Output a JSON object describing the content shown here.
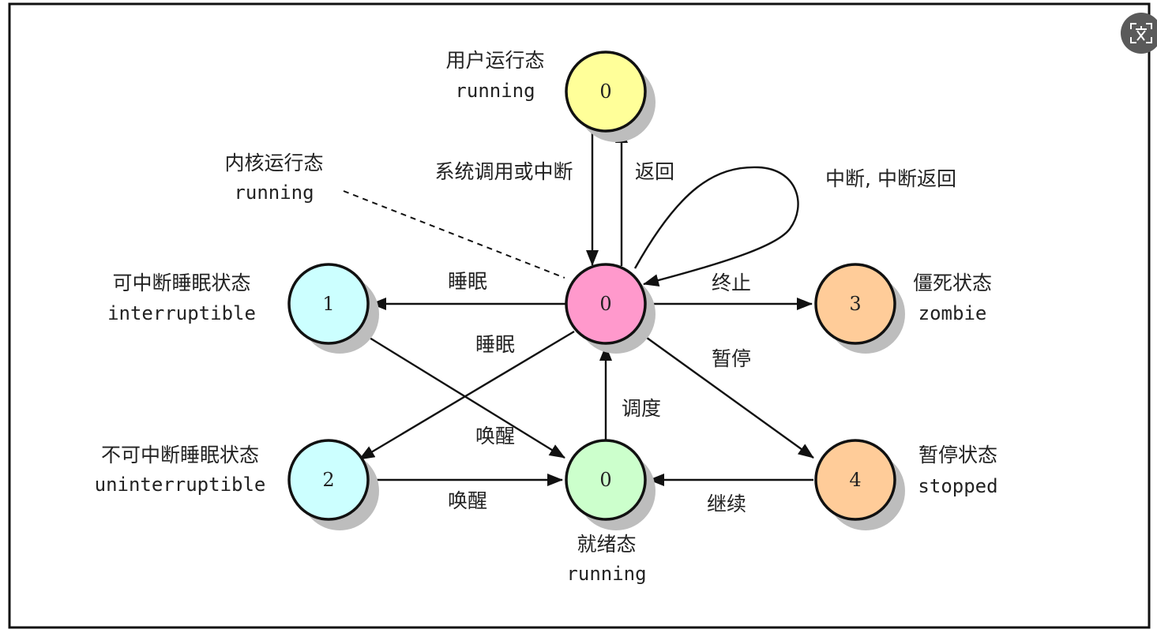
{
  "toolbar": {
    "translate_icon": "translate-icon"
  },
  "states": {
    "user_running": {
      "number": "0",
      "name": "用户运行态",
      "state": "running",
      "color": "#ffff99"
    },
    "kernel_running": {
      "number": "0",
      "name": "内核运行态",
      "state": "running",
      "color": "#ff99cc"
    },
    "interruptible": {
      "number": "1",
      "name": "可中断睡眠状态",
      "state": "interruptible",
      "color": "#ccffff"
    },
    "uninterruptible": {
      "number": "2",
      "name": "不可中断睡眠状态",
      "state": "uninterruptible",
      "color": "#ccffff"
    },
    "ready": {
      "number": "0",
      "name": "就绪态",
      "state": "running",
      "color": "#ccffcc"
    },
    "zombie": {
      "number": "3",
      "name": "僵死状态",
      "state": "zombie",
      "color": "#ffcc99"
    },
    "stopped": {
      "number": "4",
      "name": "暂停状态",
      "state": "stopped",
      "color": "#ffcc99"
    }
  },
  "transitions": {
    "syscall_or_interrupt": "系统调用或中断",
    "return": "返回",
    "interrupt_self": "中断, 中断返回",
    "sleep_interruptible": "睡眠",
    "sleep_uninterruptible": "睡眠",
    "terminate": "终止",
    "pause": "暂停",
    "schedule": "调度",
    "wakeup_interruptible": "唤醒",
    "wakeup_uninterruptible": "唤醒",
    "continue": "继续"
  }
}
